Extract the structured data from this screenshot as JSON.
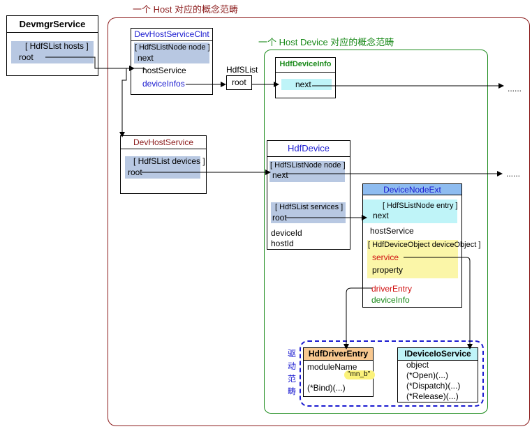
{
  "regions": {
    "host_label": "一个 Host 对应的概念范畴",
    "device_label": "一个 Host Device 对应的概念范畴",
    "driver_label": [
      "驱",
      "动",
      "范",
      "畴"
    ]
  },
  "devmgr": {
    "title": "DevmgrService",
    "struct": "[ HdfSList  hosts ]",
    "field": "root"
  },
  "hostclnt": {
    "title": "DevHostServiceClnt",
    "struct": "[ HdfSListNode  node ]",
    "next": "next",
    "host_service": "hostService",
    "device_infos": "deviceInfos"
  },
  "hdfslist": {
    "label": "HdfSList",
    "field": "root"
  },
  "hostservice": {
    "title": "DevHostService",
    "struct": "[ HdfSList  devices ]",
    "field": "root"
  },
  "deviceinfo": {
    "title": "HdfDeviceInfo",
    "field": "next",
    "ellipsis": "......"
  },
  "device": {
    "title": "HdfDevice",
    "node_struct": "[ HdfSListNode  node ]",
    "next": "next",
    "services_struct": "[ HdfSList  services ]",
    "root": "root",
    "device_id": "deviceId",
    "host_id": "hostId",
    "ellipsis": "......"
  },
  "nodeext": {
    "title": "DeviceNodeExt",
    "entry_struct": "[ HdfSListNode  entry ]",
    "next": "next",
    "host_service": "hostService",
    "object_struct": "[ HdfDeviceObject  deviceObject ]",
    "service": "service",
    "property": "property",
    "driver_entry": "driverEntry",
    "device_info": "deviceInfo"
  },
  "driverentry": {
    "title": "HdfDriverEntry",
    "module_name": "moduleName",
    "module_value": "\"mn_b\"",
    "bind": "(*Bind)(...)"
  },
  "ioservice": {
    "title": "IDeviceIoService",
    "object": "object",
    "open": "(*Open)(...)",
    "dispatch": "(*Dispatch)(...)",
    "release": "(*Release)(...)"
  },
  "colors": {
    "host_region": "#8b1a1a",
    "device_region": "#1a8a1a",
    "driver_region": "#1a1ad0",
    "struct_bg": "#b8c8e2",
    "list_bg": "#bff4f8",
    "object_bg": "#fbf6a8",
    "nodeext_title_bg": "#8ebcf0",
    "driverentry_title_bg": "#f8c890",
    "ioservice_title_bg": "#bff4f8"
  }
}
